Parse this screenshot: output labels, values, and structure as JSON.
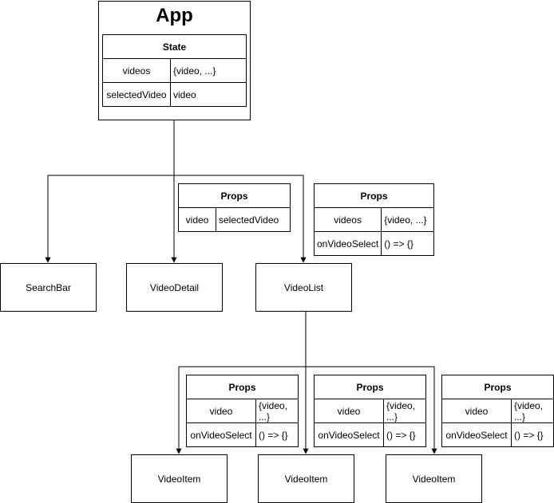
{
  "app": {
    "title": "App",
    "state": {
      "header": "State",
      "rows": [
        {
          "key": "videos",
          "value": "{video, ...}"
        },
        {
          "key": "selectedVideo",
          "value": "video"
        }
      ]
    }
  },
  "components": {
    "search_bar": "SearchBar",
    "video_detail": "VideoDetail",
    "video_list": "VideoList",
    "video_item": "VideoItem"
  },
  "video_detail_props": {
    "header": "Props",
    "rows": [
      {
        "key": "video",
        "value": "selectedVideo"
      }
    ]
  },
  "video_list_props": {
    "header": "Props",
    "rows": [
      {
        "key": "videos",
        "value": "{video, ...}"
      },
      {
        "key": "onVideoSelect",
        "value": "() => {}"
      }
    ]
  },
  "video_item_props": {
    "header": "Props",
    "rows": [
      {
        "key": "video",
        "value": "{video, ...}"
      },
      {
        "key": "onVideoSelect",
        "value": "() => {}"
      }
    ]
  },
  "colors": {
    "stroke": "#000000",
    "background": "#ffffff"
  }
}
